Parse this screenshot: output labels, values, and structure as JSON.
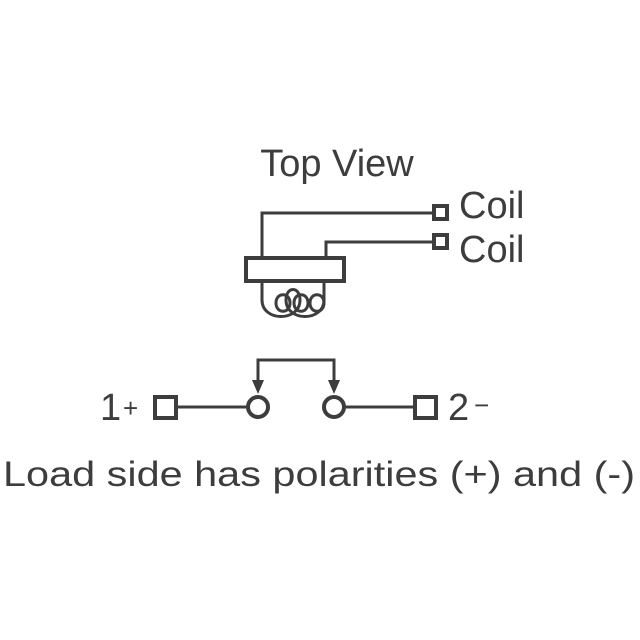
{
  "title": "Top View",
  "coil_labels": [
    "Coil",
    "Coil"
  ],
  "terminals": {
    "left_number": "1",
    "left_polarity": "+",
    "right_number": "2",
    "right_polarity": "−"
  },
  "caption": "Load side has polarities (+) and (-)",
  "colors": {
    "ink": "#3d3d3d",
    "background": "#ffffff"
  }
}
